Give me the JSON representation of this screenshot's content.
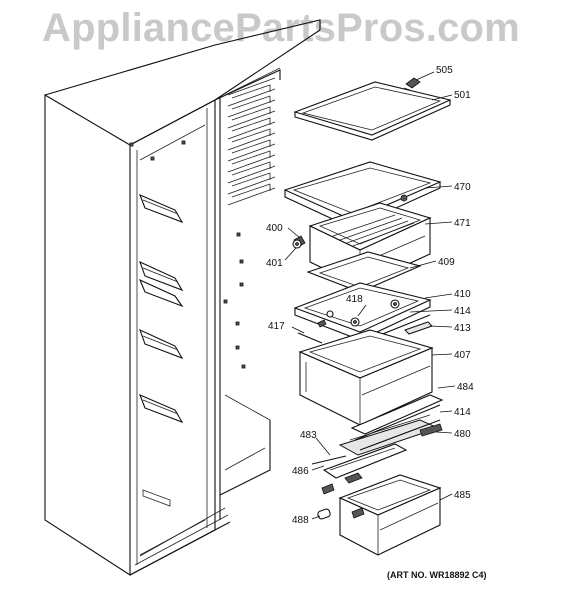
{
  "watermark": "AppliancePartsPros.com",
  "art_number": "(ART NO. WR18892 C4)",
  "callouts": {
    "c505": "505",
    "c501": "501",
    "c470": "470",
    "c471": "471",
    "c400": "400",
    "c401": "401",
    "c409": "409",
    "c418": "418",
    "c410": "410",
    "c414a": "414",
    "c417": "417",
    "c413": "413",
    "c407": "407",
    "c484": "484",
    "c414b": "414",
    "c483": "483",
    "c480": "480",
    "c486": "486",
    "c485": "485",
    "c488": "488"
  }
}
